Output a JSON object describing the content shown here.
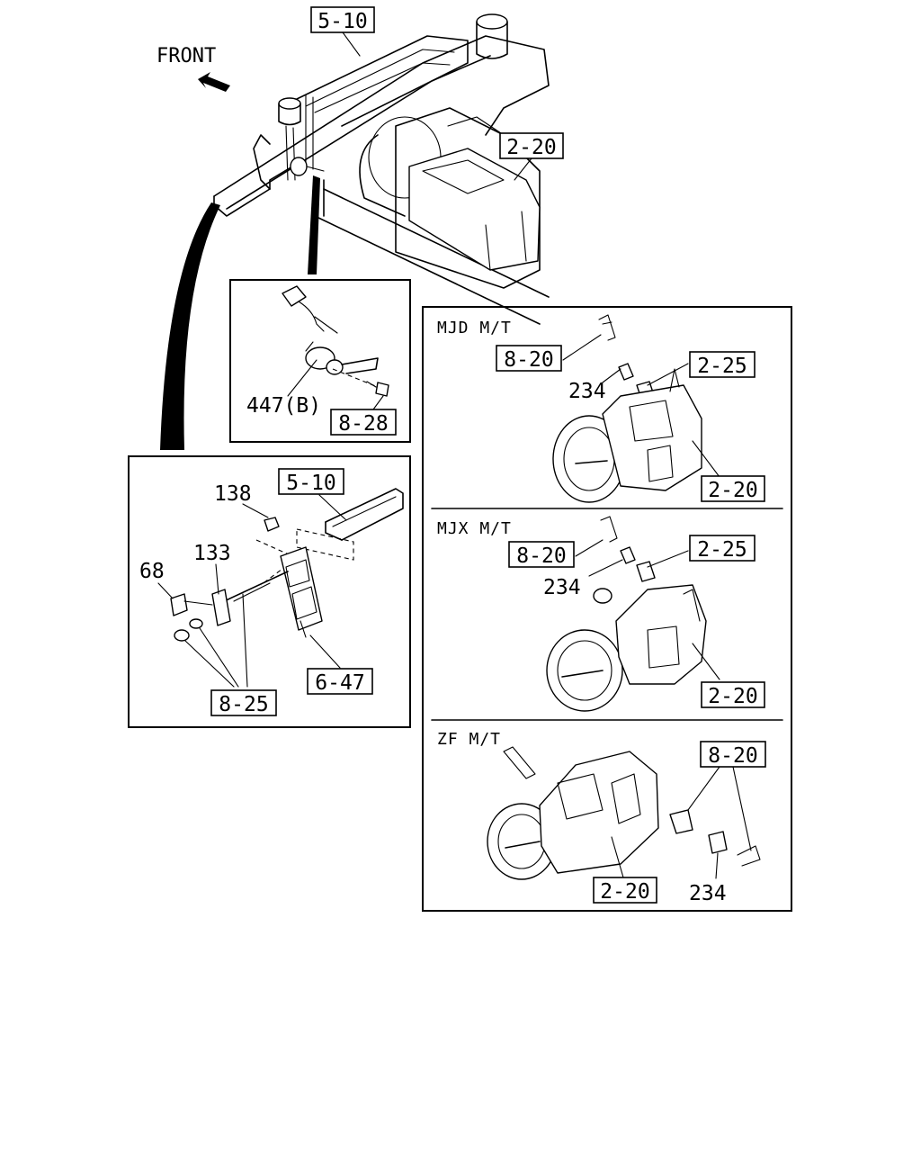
{
  "labels": {
    "front": "FRONT",
    "mjd": "MJD M/T",
    "mjx": "MJX M/T",
    "zf": "ZF M/T"
  },
  "refs": {
    "r510_top": "5-10",
    "r220_main": "2-20",
    "r828": "8-28",
    "r447": "447(B)",
    "r510_bracket": "5-10",
    "r138": "138",
    "r133": "133",
    "r68": "68",
    "r647": "6-47",
    "r825": "8-25",
    "mjd_820": "8-20",
    "mjd_225": "2-25",
    "mjd_234": "234",
    "mjd_220": "2-20",
    "mjx_820": "8-20",
    "mjx_225": "2-25",
    "mjx_234": "234",
    "mjx_220": "2-20",
    "zf_820": "8-20",
    "zf_234": "234",
    "zf_220": "2-20"
  }
}
